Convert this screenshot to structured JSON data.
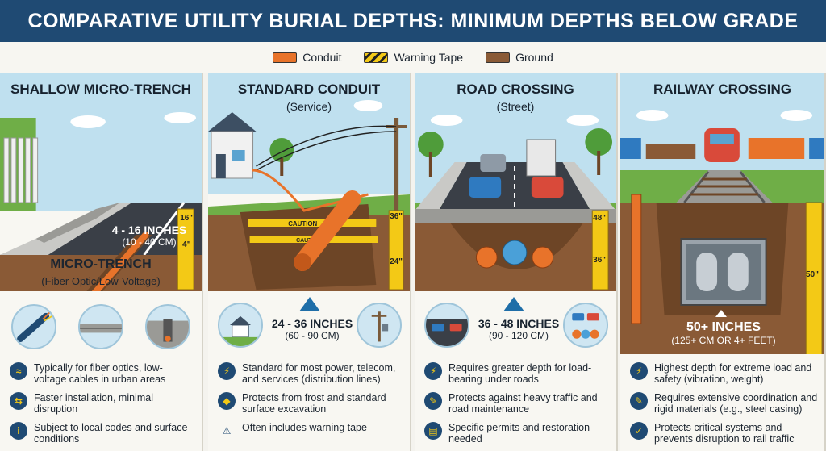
{
  "title": "COMPARATIVE UTILITY BURIAL DEPTHS: MINIMUM DEPTHS BELOW GRADE",
  "legend": [
    {
      "label": "Conduit",
      "color": "#e8732a"
    },
    {
      "label": "Warning Tape",
      "color": "#f3c916"
    },
    {
      "label": "Ground",
      "color": "#8a5a36"
    }
  ],
  "panels": {
    "micro": {
      "title": "SHALLOW MICRO-TRENCH",
      "depth": "4 - 16 INCHES",
      "depth_metric": "(10 - 40 CM)",
      "ruler": [
        "16\"",
        "4\""
      ],
      "type": "MICRO-TRENCH",
      "type_sub": "(Fiber Optic/Low-Voltage)",
      "bullets": [
        "Typically for fiber optics, low-voltage cables in urban areas",
        "Faster installation, minimal disruption",
        "Subject to local codes and surface conditions"
      ]
    },
    "standard": {
      "title": "STANDARD CONDUIT",
      "subtitle": "(Service)",
      "tape": "CAUTION",
      "depth": "24 - 36 INCHES",
      "depth_metric": "(60 - 90 CM)",
      "ruler": [
        "36\"",
        "24\""
      ],
      "bullets": [
        "Standard for most power, telecom, and services (distribution lines)",
        "Protects from frost and standard surface excavation",
        "Often includes warning tape"
      ]
    },
    "road": {
      "title": "ROAD CROSSING",
      "subtitle": "(Street)",
      "depth": "36 - 48 INCHES",
      "depth_metric": "(90 - 120 CM)",
      "ruler": [
        "48\"",
        "36\""
      ],
      "bullets": [
        "Requires greater depth for load-bearing under roads",
        "Protects against heavy traffic and road maintenance",
        "Specific permits and restoration needed"
      ]
    },
    "rail": {
      "title": "RAILWAY CROSSING",
      "depth": "50+ INCHES",
      "depth_metric": "(125+ CM OR 4+ FEET)",
      "ruler": [
        "50\""
      ],
      "bullets": [
        "Highest depth for extreme load and safety (vibration, weight)",
        "Requires extensive coordination and rigid materials (e.g., steel casing)",
        "Protects critical systems and prevents disruption to rail traffic"
      ]
    }
  }
}
